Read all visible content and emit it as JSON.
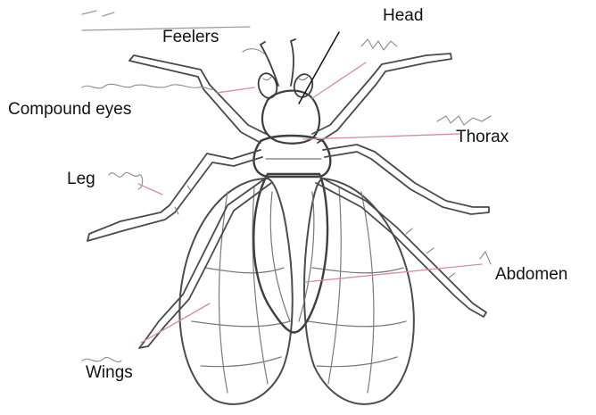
{
  "labels": {
    "head": "Head",
    "feelers": "Feelers",
    "compound_eyes": "Compound eyes",
    "thorax": "Thorax",
    "leg": "Leg",
    "abdomen": "Abdomen",
    "wings": "Wings"
  },
  "colors": {
    "pencil": "#5a5a5a",
    "pencil_light": "#8a8a8a",
    "leader_red": "#d98aa0",
    "leader_black": "#111111",
    "text": "#111111"
  }
}
